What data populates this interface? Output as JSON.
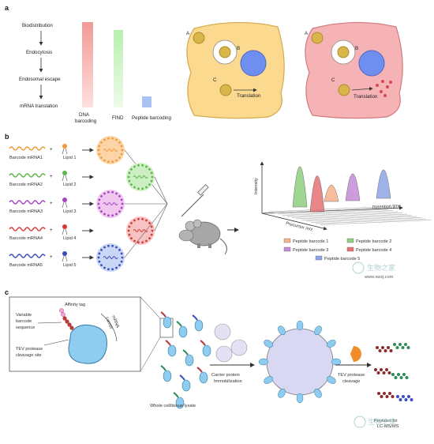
{
  "panels": {
    "a": "a",
    "b": "b",
    "c": "c"
  },
  "panel_a": {
    "steps": [
      "Biodistribution",
      "Endocytosis",
      "Endosomal escape",
      "mRNA translation"
    ],
    "methods": [
      "DNA\nbarcoding",
      "FIND",
      "Peptide barcoding"
    ],
    "cell_labels": [
      "A",
      "B",
      "C",
      "Translation"
    ],
    "cell2_labels": [
      "A",
      "B",
      "C",
      "Translation"
    ],
    "colors": {
      "dna": "#f4a7a3",
      "find": "#b9f0b0",
      "peptide": "#a9c2f2",
      "cell1": "#fbd98f",
      "cell2": "#f6b3b5",
      "nucleus": "#6f8ff0"
    }
  },
  "panel_b": {
    "rows": [
      {
        "mrna": "Barcode mRNA1",
        "lipid": "Lipid 1",
        "color": "#f39a3d",
        "halo": "#fbd5a8"
      },
      {
        "mrna": "Barcode mRNA2",
        "lipid": "Lipid 2",
        "color": "#5cb64a",
        "halo": "#cdeec3"
      },
      {
        "mrna": "Barcode mRNA3",
        "lipid": "Lipid 3",
        "color": "#a445c4",
        "halo": "#f1c7ef"
      },
      {
        "mrna": "Barcode mRNA4",
        "lipid": "Lipid 4",
        "color": "#d83a3a",
        "halo": "#f6c2c2"
      },
      {
        "mrna": "Barcode mRNA5",
        "lipid": "Lipid 5",
        "color": "#3c4dbb",
        "halo": "#c9d6f6"
      }
    ],
    "plot": {
      "y_axis": "Intensity",
      "x_axis": "Precursor m/z",
      "z_axis": "Retention time"
    },
    "legend": [
      {
        "label": "Peptide barcode 1",
        "color": "#f7b38a"
      },
      {
        "label": "Peptide barcode 2",
        "color": "#8fcf7f"
      },
      {
        "label": "Peptide barcode 3",
        "color": "#c48bd8"
      },
      {
        "label": "Peptide barcode 4",
        "color": "#e57373"
      },
      {
        "label": "Peptide barcode 5",
        "color": "#8fa6e8"
      }
    ]
  },
  "panel_c": {
    "inset_labels": [
      "Affinity tag",
      "Variable\nbarcode\nsequence",
      "mRNA\ncarrier",
      "TEV protease\ncleavage site"
    ],
    "steps": [
      "Carrier protein\nImmobilization",
      "TEV protease\ncleavage"
    ],
    "lysate": "Whole cell/tissue lysate",
    "right_note": "Peptides for\nLC-MS/MS"
  },
  "watermarks": {
    "brand": "生物之家",
    "url": "www.swzj.com"
  }
}
